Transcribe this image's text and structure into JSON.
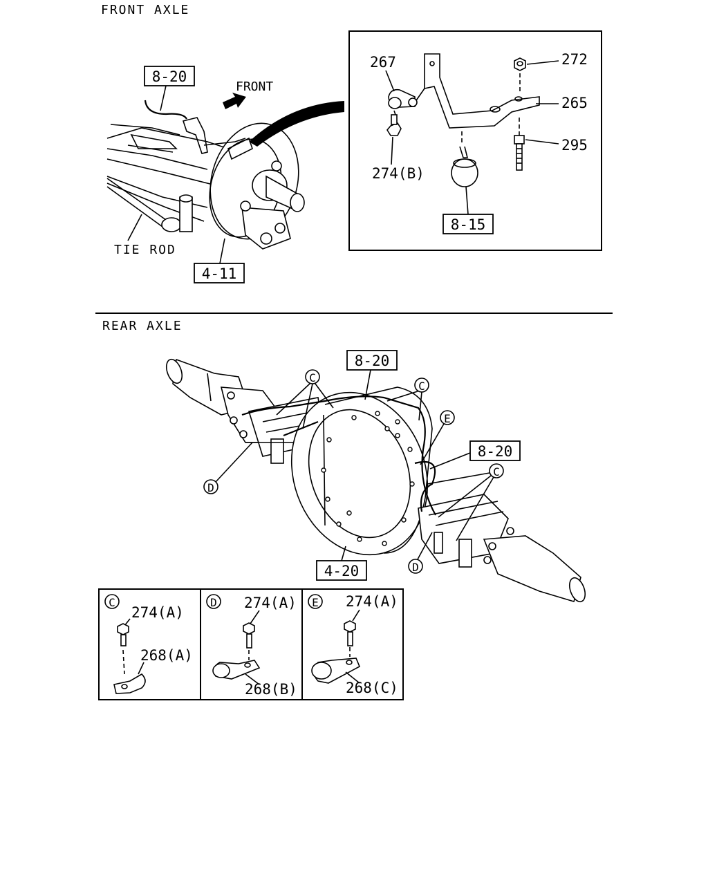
{
  "front": {
    "section_title": "FRONT AXLE",
    "front_arrow_label": "FRONT",
    "tie_rod_label": "TIE ROD",
    "ref_brake_pipe": "8-20",
    "ref_brake_assembly": "4-11",
    "detail": {
      "part_267": "267",
      "part_272": "272",
      "part_265": "265",
      "part_295": "295",
      "part_274b": "274(B)",
      "ref_hose": "8-15"
    }
  },
  "rear": {
    "section_title": "REAR AXLE",
    "ref_pipe_top": "8-20",
    "ref_pipe_right": "8-20",
    "ref_axle_housing": "4-20",
    "callout_c": "C",
    "callout_d": "D",
    "callout_e": "E"
  },
  "clip_table": [
    {
      "key": "C",
      "bolt": "274(A)",
      "clip": "268(A)"
    },
    {
      "key": "D",
      "bolt": "274(A)",
      "clip": "268(B)"
    },
    {
      "key": "E",
      "bolt": "274(A)",
      "clip": "268(C)"
    }
  ]
}
